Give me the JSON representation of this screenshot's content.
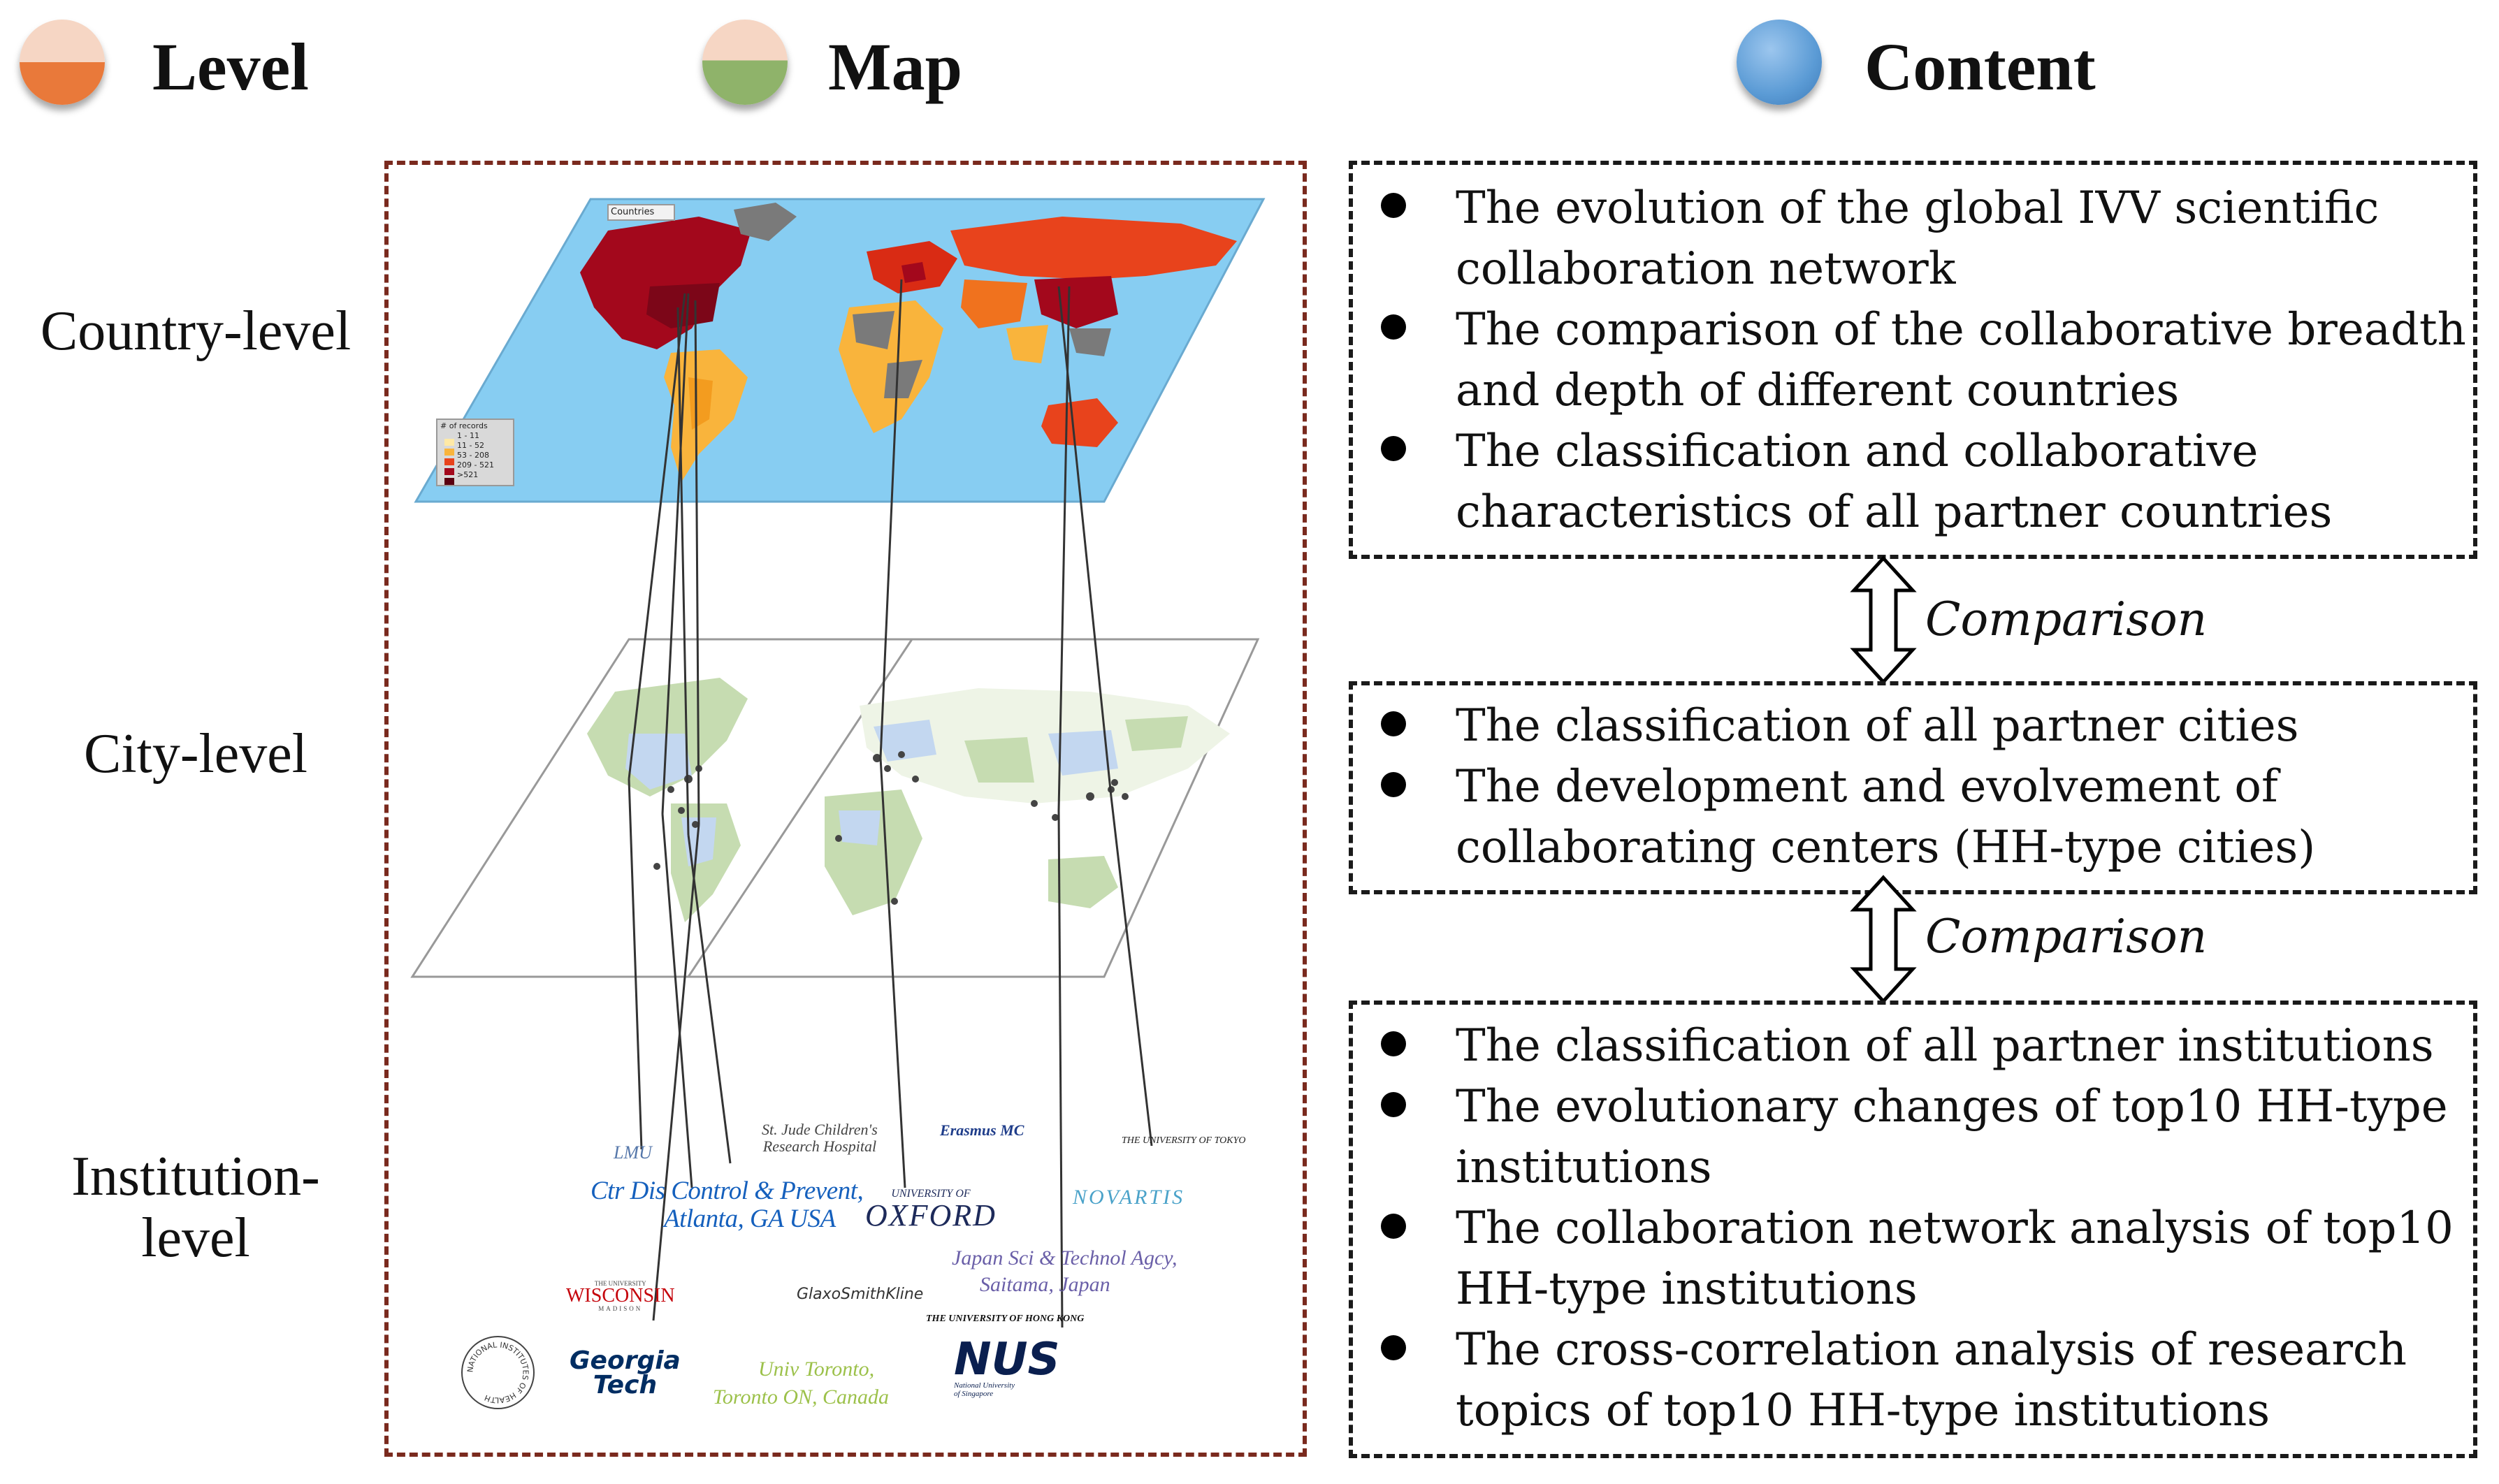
{
  "headers": {
    "level": "Level",
    "map": "Map",
    "content": "Content"
  },
  "levels": {
    "country": "Country-level",
    "city": "City-level",
    "institution_line1": "Institution-",
    "institution_line2": "level"
  },
  "colors": {
    "panel_border": "#7a2a1e",
    "ocean": "#87cdf2",
    "level_ball": "#e9793a",
    "map_ball": "#8fb36a",
    "content_ball": "#5b9bd5"
  },
  "map_legend": {
    "tab": "Countries",
    "title": "# of records",
    "items": [
      "1 - 11",
      "11 - 52",
      "53 - 208",
      "209 - 521",
      ">521"
    ]
  },
  "institutions": {
    "lmu": "LMU",
    "st_jude_1": "St. Jude Children's",
    "st_jude_2": "Research Hospital",
    "erasmus": "Erasmus MC",
    "tokyo": "THE UNIVERSITY OF TOKYO",
    "cdc_1": "Ctr Dis Control & Prevent,",
    "cdc_2": "Atlanta, GA USA",
    "oxford_small": "UNIVERSITY OF",
    "oxford": "OXFORD",
    "novartis": "NOVARTIS",
    "japan_1": "Japan Sci & Technol Agcy,",
    "japan_2": "Saitama, Japan",
    "wisconsin_top": "THE UNIVERSITY",
    "wisconsin": "WISCONSIN",
    "wisconsin_bottom": "MADISON",
    "gsk": "GlaxoSmithKline",
    "hku": "THE UNIVERSITY OF HONG KONG",
    "nih": "NATIONAL INSTITUTES OF HEALTH",
    "georgia_1": "Georgia",
    "georgia_2": "Tech",
    "toronto_1": "Univ Toronto,",
    "toronto_2": "Toronto ON, Canada",
    "nus": "NUS",
    "nus_sub_1": "National University",
    "nus_sub_2": "of Singapore"
  },
  "content": {
    "box1": [
      {
        "line1": "The evolution of the global IVV scientific",
        "line2": "collaboration network"
      },
      {
        "line1": "The comparison of the collaborative breadth",
        "line2": "and depth of different countries"
      },
      {
        "line1": "The classification and collaborative",
        "line2": "characteristics of all partner countries"
      }
    ],
    "box2": [
      {
        "line1": "The classification of all partner cities",
        "line2": ""
      },
      {
        "line1": "The development and evolvement of",
        "line2": "collaborating centers (HH-type cities)"
      }
    ],
    "box3": [
      {
        "line1": "The classification of all partner institutions",
        "line2": ""
      },
      {
        "line1": "The evolutionary changes of  top10 HH-type",
        "line2": "institutions"
      },
      {
        "line1": "The collaboration network analysis of top10",
        "line2": "HH-type institutions"
      },
      {
        "line1": "The cross-correlation analysis of research",
        "line2": "topics of top10 HH-type institutions"
      }
    ]
  },
  "comparison": "Comparison"
}
